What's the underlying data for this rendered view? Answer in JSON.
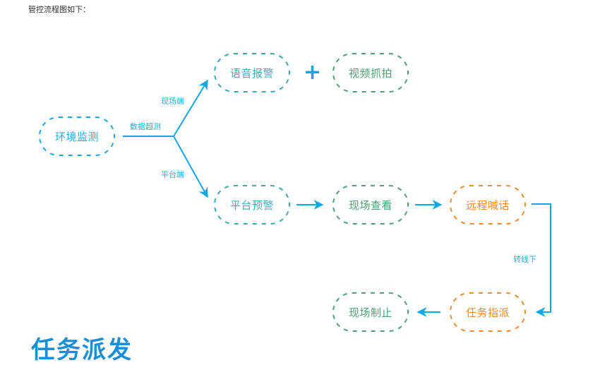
{
  "intro_text": "管控流程图如下：",
  "section_title": "任务派发",
  "colors": {
    "arrow": "#13a6e6",
    "teal": "#3ba6b4",
    "green": "#4f9f74",
    "orange": "#f08a2c",
    "blue_dash": "#1aa8e0",
    "title_blue": "#1b8fd6"
  },
  "nodes": {
    "env": {
      "label": "环境监测",
      "color": "#1aa8e0",
      "text_color": "#29a9e0"
    },
    "voice": {
      "label": "语音报警",
      "color": "#3ba6b4",
      "text_color": "#45a9b6"
    },
    "video": {
      "label": "视频抓拍",
      "color": "#4f9f74",
      "text_color": "#4f9f74"
    },
    "platform_alert": {
      "label": "平台预警",
      "color": "#3ba6b4",
      "text_color": "#45a9b6"
    },
    "site_view": {
      "label": "现场查看",
      "color": "#4f9f74",
      "text_color": "#4f9f74"
    },
    "remote_call": {
      "label": "远程喊话",
      "color": "#f08a2c",
      "text_color": "#f08a2c"
    },
    "dispatch": {
      "label": "任务指派",
      "color": "#f08a2c",
      "text_color": "#f08a2c"
    },
    "site_stop": {
      "label": "现场制止",
      "color": "#4f9f74",
      "text_color": "#4f9f74"
    }
  },
  "edge_labels": {
    "data_exceed": "数据超测",
    "site_side": "现场端",
    "platform_side": "平台端",
    "offline": "转线下"
  },
  "plus_sign": "+"
}
